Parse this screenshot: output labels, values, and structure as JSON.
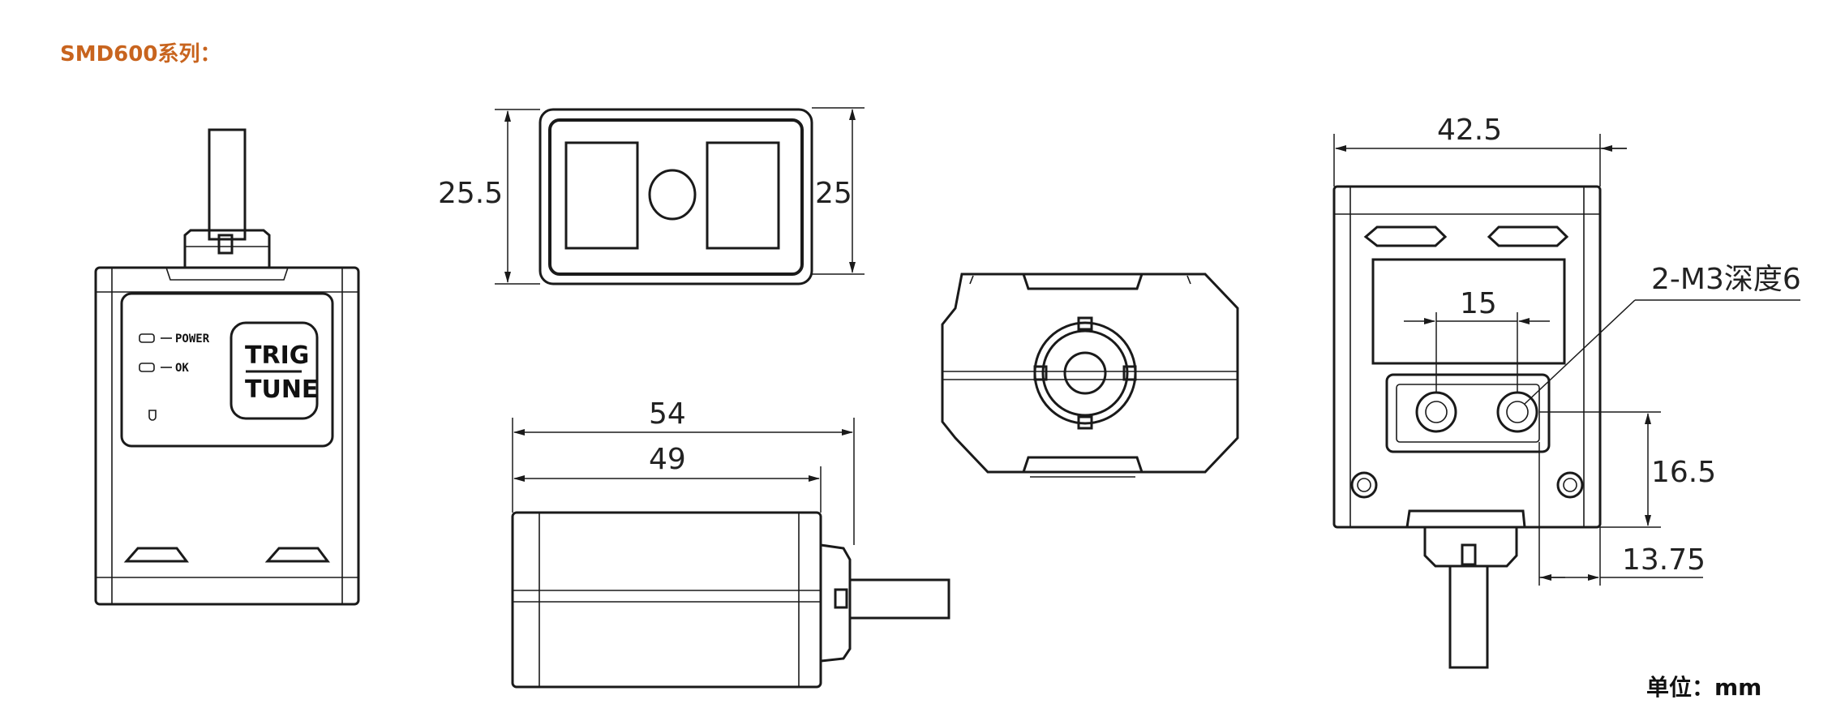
{
  "title": "SMD600系列：",
  "unit_label": "单位：mm",
  "front_view": {
    "led_labels": [
      "POWER",
      "OK"
    ],
    "logo_lines": [
      "TRIG",
      "TUNE"
    ]
  },
  "dimensions": {
    "height_outer": "25.5",
    "height_inner": "25",
    "length_total": "54",
    "length_body": "49",
    "width": "42.5",
    "hole_spacing": "15",
    "hole_label": "2-M3深度6",
    "hole_height": "16.5",
    "hole_offset": "13.75"
  }
}
